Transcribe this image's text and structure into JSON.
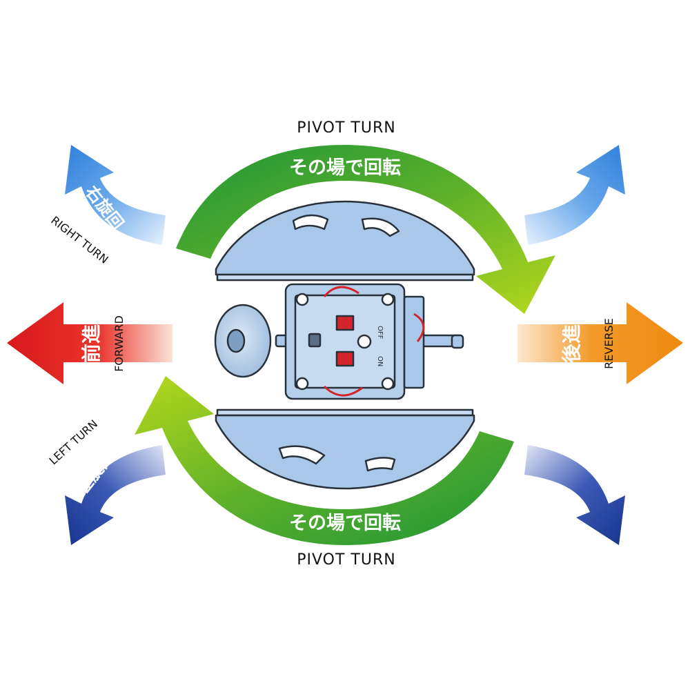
{
  "pivot_top": {
    "en": "PIVOT TURN",
    "jp": "その場で回転"
  },
  "pivot_bottom": {
    "en": "PIVOT TURN",
    "jp": "その場で回転"
  },
  "right_turn": {
    "en": "RIGHT TURN",
    "jp": "右旋回"
  },
  "left_turn": {
    "en": "LEFT TURN",
    "jp": "左旋回"
  },
  "forward": {
    "en": "FORWARD",
    "jp": "前進"
  },
  "reverse": {
    "en": "REVERSE",
    "jp": "後進"
  },
  "switch": {
    "off": "OFF",
    "on": "ON"
  },
  "colors": {
    "ring_dark": "#1f9a3c",
    "ring_light": "#a8d21e",
    "forward": "#e0231b",
    "reverse": "#ef8a12",
    "right_turn": "#3f8fe0",
    "left_turn": "#1d3f9e",
    "body_blue": "#a9c7e8",
    "body_outline": "#28303a"
  }
}
